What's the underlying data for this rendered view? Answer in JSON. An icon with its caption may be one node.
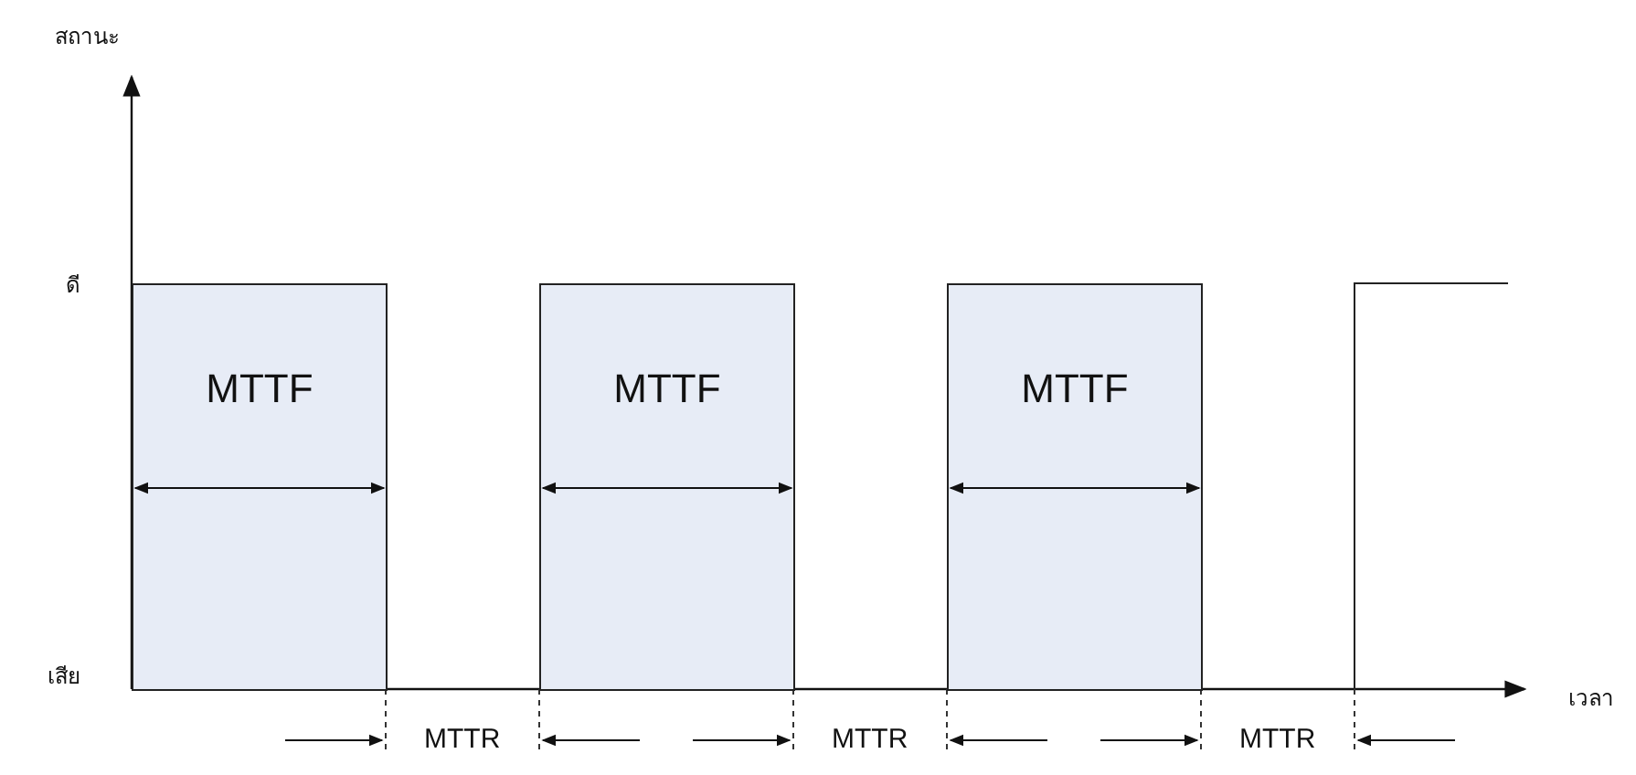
{
  "diagram": {
    "nodes": [
      {
        "text": [
          "MTTF"
        ]
      },
      {
        "text": [
          "MTTF"
        ]
      },
      {
        "text": [
          "MTTF"
        ]
      }
    ],
    "labels": [
      "สถานะ",
      "ดี",
      "เสีย",
      "เวลา",
      "MTTR",
      "MTTR",
      "MTTR"
    ]
  }
}
